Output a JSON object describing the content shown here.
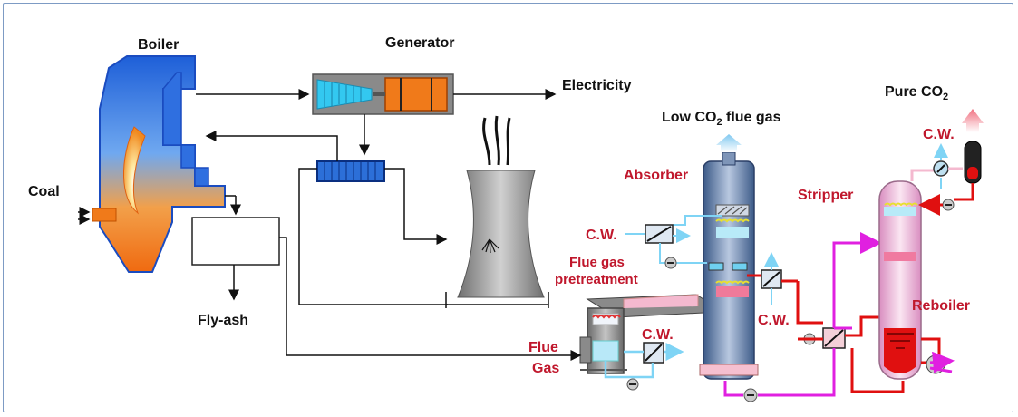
{
  "labels": {
    "boiler": "Boiler",
    "generator": "Generator",
    "electricity": "Electricity",
    "coal": "Coal",
    "fly_ash": "Fly-ash",
    "low_co2_pre": "Low CO",
    "low_co2_sub": "2",
    "low_co2_post": " flue gas",
    "pure_co2_pre": "Pure CO",
    "pure_co2_sub": "2",
    "absorber": "Absorber",
    "stripper": "Stripper",
    "reboiler": "Reboiler",
    "cw": "C.W.",
    "flue_gas_pretreatment_1": "Flue gas",
    "flue_gas_pretreatment_2": "pretreatment",
    "flue_1": "Flue",
    "flue_2": "Gas"
  },
  "colors": {
    "frame": "#7d9bc4",
    "boiler_blue": "#2f6fe0",
    "flame_orange": "#f07a1a",
    "generator_orange": "#f07a1a",
    "turbine_cyan": "#33c8f0",
    "tower_gray": "#9a9a9a",
    "column_steel": "#7e95b8",
    "stripper_pink": "#f2b8d8",
    "pipe_red": "#e01010",
    "pipe_magenta": "#e020e0",
    "pipe_light_blue": "#7fd4f5",
    "pipe_pink": "#f4b9cf",
    "label_red": "#c0172c"
  }
}
